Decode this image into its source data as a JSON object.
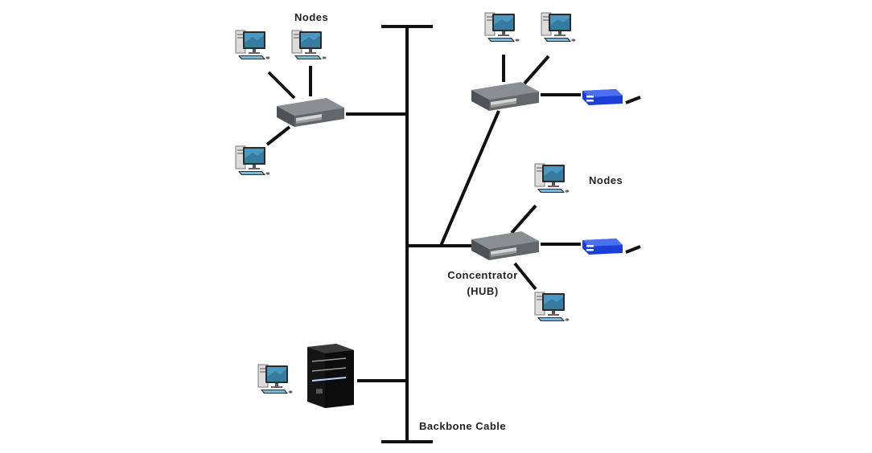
{
  "labels": {
    "nodes_top": "Nodes",
    "nodes_right": "Nodes",
    "concentrator_line1": "Concentrator",
    "concentrator_line2": "(HUB)",
    "backbone": "Backbone Cable"
  },
  "icons": {
    "computer": "desktop-computer-icon",
    "hub": "network-hub-icon",
    "server": "tower-server-icon",
    "transceiver": "blue-transceiver-icon"
  },
  "colors": {
    "cable": "#111111",
    "hub_body": "#6c7074",
    "transceiver": "#1a3fd6",
    "screen": "#3f8fb8",
    "server": "#151515"
  }
}
